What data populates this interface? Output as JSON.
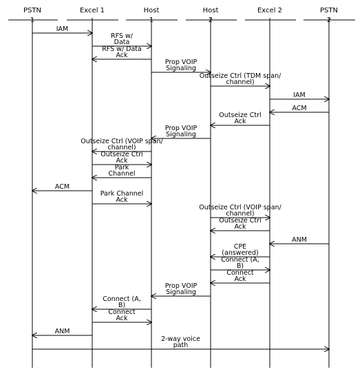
{
  "participants": [
    {
      "id": "pstn1",
      "name": "PSTN",
      "index": "1"
    },
    {
      "id": "excel1",
      "name": "Excel 1",
      "index": ""
    },
    {
      "id": "host1",
      "name": "Host",
      "index": "1"
    },
    {
      "id": "host2",
      "name": "Host",
      "index": "2"
    },
    {
      "id": "excel2",
      "name": "Excel 2",
      "index": ""
    },
    {
      "id": "pstn2",
      "name": "PSTN",
      "index": "2"
    }
  ],
  "messages": [
    {
      "from": "pstn1",
      "to": "excel1",
      "lines": [
        "IAM"
      ]
    },
    {
      "from": "excel1",
      "to": "host1",
      "lines": [
        "RFS w/",
        "Data"
      ]
    },
    {
      "from": "host1",
      "to": "excel1",
      "lines": [
        "RFS w/ Data",
        "Ack"
      ]
    },
    {
      "from": "host1",
      "to": "host2",
      "lines": [
        "Prop VOIP",
        "Signaling"
      ]
    },
    {
      "from": "host2",
      "to": "excel2",
      "lines": [
        "Outseize Ctrl (TDM span/",
        "channel)"
      ]
    },
    {
      "from": "excel2",
      "to": "pstn2",
      "lines": [
        "IAM"
      ]
    },
    {
      "from": "pstn2",
      "to": "excel2",
      "lines": [
        "ACM"
      ]
    },
    {
      "from": "excel2",
      "to": "host2",
      "lines": [
        "Outseize Ctrl",
        "Ack"
      ]
    },
    {
      "from": "host2",
      "to": "host1",
      "lines": [
        "Prop VOIP",
        "Signaling"
      ]
    },
    {
      "from": "host1",
      "to": "excel1",
      "lines": [
        "Outseize Ctrl (VOIP span/",
        "channel)"
      ]
    },
    {
      "from": "excel1",
      "to": "host1",
      "lines": [
        "Outseize Ctrl",
        "Ack"
      ]
    },
    {
      "from": "host1",
      "to": "excel1",
      "lines": [
        "Park",
        "Channel"
      ]
    },
    {
      "from": "excel1",
      "to": "pstn1",
      "lines": [
        "ACM"
      ]
    },
    {
      "from": "excel1",
      "to": "host1",
      "lines": [
        "Park Channel",
        "Ack"
      ]
    },
    {
      "from": "host2",
      "to": "excel2",
      "lines": [
        "Outseize Ctrl (VOIP span/",
        "channel)"
      ]
    },
    {
      "from": "excel2",
      "to": "host2",
      "lines": [
        "Outseize Ctrl",
        "Ack"
      ]
    },
    {
      "from": "pstn2",
      "to": "excel2",
      "lines": [
        "ANM"
      ]
    },
    {
      "from": "excel2",
      "to": "host2",
      "lines": [
        "CPE",
        "(answered)"
      ]
    },
    {
      "from": "host2",
      "to": "excel2",
      "lines": [
        "Connect (A,",
        "B)"
      ]
    },
    {
      "from": "excel2",
      "to": "host2",
      "lines": [
        "Connect",
        "Ack"
      ]
    },
    {
      "from": "host2",
      "to": "host1",
      "lines": [
        "Prop VOIP",
        "Signaling"
      ]
    },
    {
      "from": "host1",
      "to": "excel1",
      "lines": [
        "Connect (A,",
        "B)"
      ]
    },
    {
      "from": "excel1",
      "to": "host1",
      "lines": [
        "Connect",
        "Ack"
      ]
    },
    {
      "from": "excel1",
      "to": "pstn1",
      "lines": [
        "ANM"
      ]
    },
    {
      "from": "pstn1",
      "to": "pstn2",
      "lines": [
        "2-way voice",
        "path"
      ]
    }
  ]
}
